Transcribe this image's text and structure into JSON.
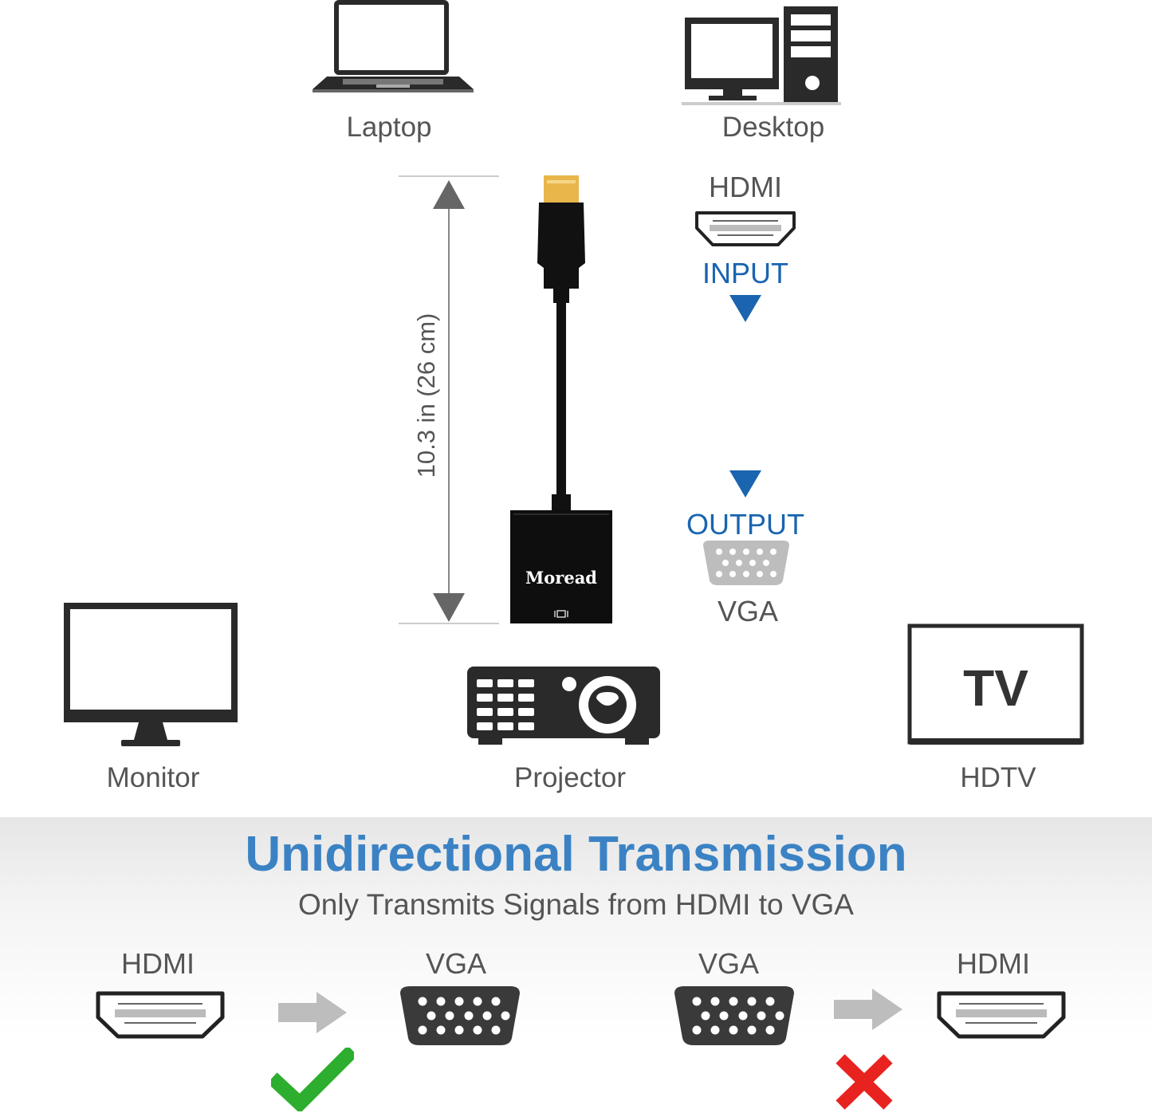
{
  "devices": {
    "laptop": "Laptop",
    "desktop": "Desktop",
    "monitor": "Monitor",
    "projector": "Projector",
    "hdtv": "HDTV",
    "tv_screen_text": "TV"
  },
  "adapter": {
    "brand": "Moread",
    "length_label": "10.3 in  (26 cm)",
    "input_port": "HDMI",
    "input_label": "INPUT",
    "output_label": "OUTPUT",
    "output_port": "VGA"
  },
  "transmission": {
    "title": "Unidirectional Transmission",
    "subtitle": "Only Transmits Signals from HDMI to VGA",
    "supported": {
      "from": "HDMI",
      "to": "VGA"
    },
    "unsupported": {
      "from": "VGA",
      "to": "HDMI"
    }
  },
  "colors": {
    "accent_blue": "#1a64b0",
    "title_blue": "#3b82c4",
    "check_green": "#2eae2e",
    "cross_red": "#e8231f",
    "icon_dark": "#2a2a2a",
    "gold": "#e8b64a"
  },
  "icons": {
    "check": "check-mark-icon",
    "cross": "cross-mark-icon",
    "arrow": "right-arrow-icon"
  }
}
